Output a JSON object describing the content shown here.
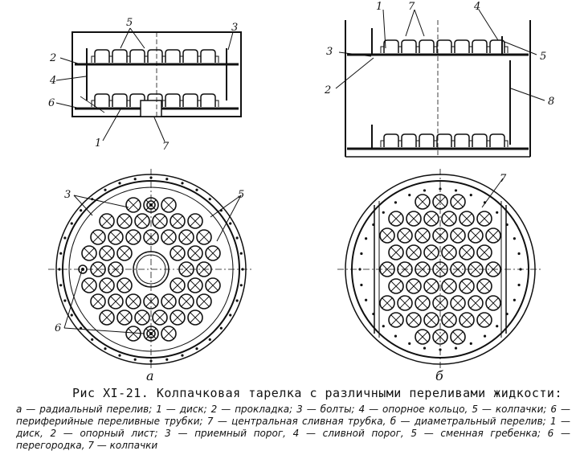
{
  "figure": {
    "subfigure_labels": {
      "a": "а",
      "b": "б"
    },
    "callouts": {
      "left_section": [
        "5",
        "3",
        "2",
        "4",
        "6",
        "1",
        "7"
      ],
      "right_section": [
        "1",
        "7",
        "4",
        "3",
        "5",
        "2",
        "8"
      ],
      "left_plan": [
        "3",
        "5",
        "6"
      ],
      "right_plan": [
        "7"
      ]
    }
  },
  "caption": {
    "title": "Рис XI-21.  Колпачковая тарелка с различными переливами жидкости:",
    "legend": "а — радиальный перелив; 1 — диск; 2 — прокладка; 3 — болты; 4 — опорное кольцо, 5 — колпачки; 6 — периферийные переливные трубки; 7 — центральная сливная трубка, б — диаметральный перелив; 1 — диск, 2 — опорный лист; 3 — приемный порог, 4 — сливной порог, 5 — сменная гребенка; 6 — перегородка, 7 — колпачки"
  }
}
